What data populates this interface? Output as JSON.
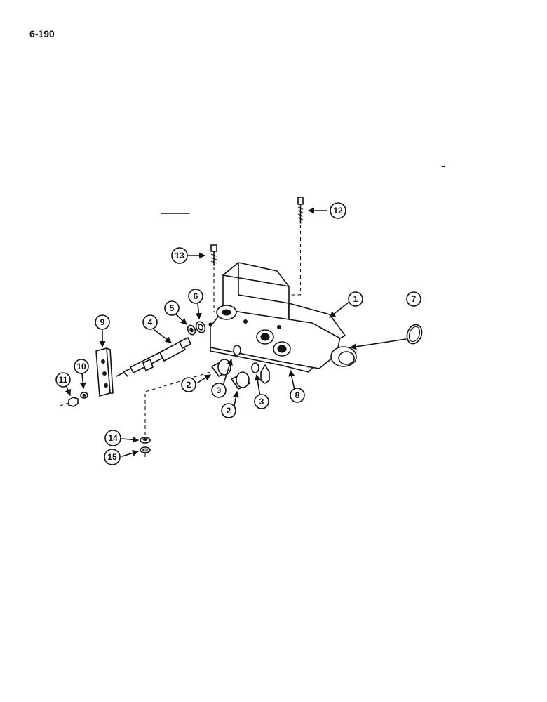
{
  "page": {
    "number": "6-190"
  },
  "callouts": [
    {
      "id": "1",
      "label": "1"
    },
    {
      "id": "2a",
      "label": "2"
    },
    {
      "id": "2b",
      "label": "2"
    },
    {
      "id": "3a",
      "label": "3"
    },
    {
      "id": "3b",
      "label": "3"
    },
    {
      "id": "4",
      "label": "4"
    },
    {
      "id": "5",
      "label": "5"
    },
    {
      "id": "6",
      "label": "6"
    },
    {
      "id": "7",
      "label": "7"
    },
    {
      "id": "8",
      "label": "8"
    },
    {
      "id": "9",
      "label": "9"
    },
    {
      "id": "10",
      "label": "10"
    },
    {
      "id": "11",
      "label": "11"
    },
    {
      "id": "12",
      "label": "12"
    },
    {
      "id": "13",
      "label": "13"
    },
    {
      "id": "14",
      "label": "14"
    },
    {
      "id": "15",
      "label": "15"
    }
  ]
}
